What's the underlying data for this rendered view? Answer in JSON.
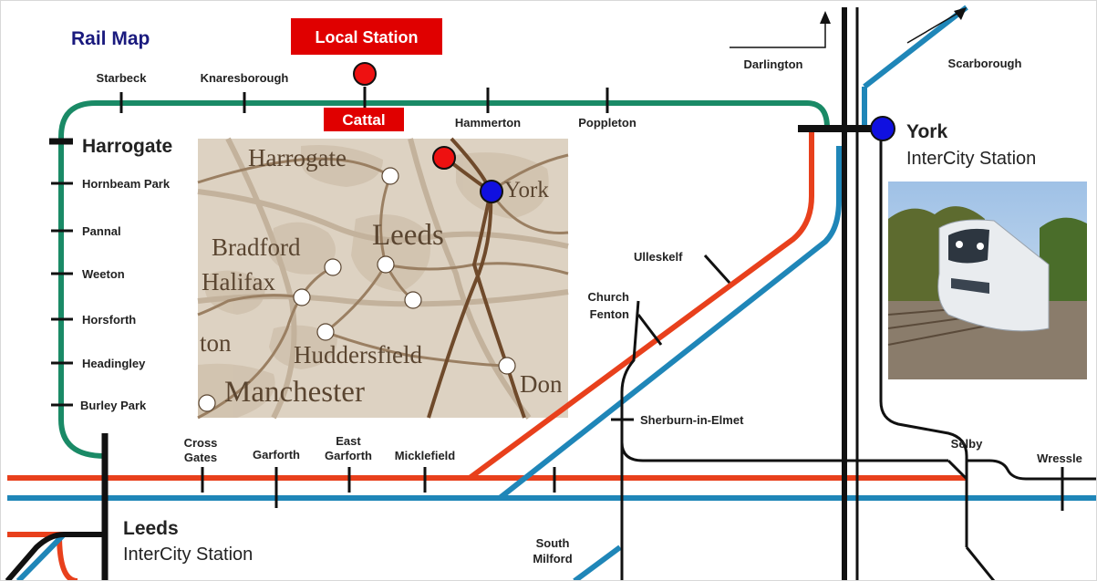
{
  "title": "Rail Map",
  "badges": {
    "local": "Local Station",
    "cattal": "Cattal"
  },
  "stations": {
    "harrogate": "Harrogate",
    "york_name": "York",
    "york_sub": "InterCity Station",
    "leeds_name": "Leeds",
    "leeds_sub": "InterCity Station",
    "starbeck": "Starbeck",
    "knaresborough": "Knaresborough",
    "hammerton": "Hammerton",
    "poppleton": "Poppleton",
    "hornbeam_park": "Hornbeam Park",
    "pannal": "Pannal",
    "weeton": "Weeton",
    "horsforth": "Horsforth",
    "headingley": "Headingley",
    "burley_park": "Burley Park",
    "cross_gates_1": "Cross",
    "cross_gates_2": "Gates",
    "garforth": "Garforth",
    "east_garforth_1": "East",
    "east_garforth_2": "Garforth",
    "micklefield": "Micklefield",
    "south_milford_1": "South",
    "south_milford_2": "Milford",
    "ulleskelf": "Ulleskelf",
    "church_fenton_1": "Church",
    "church_fenton_2": "Fenton",
    "sherburn": "Sherburn-in-Elmet",
    "selby": "Selby",
    "wressle": "Wressle",
    "darlington": "Darlington",
    "scarborough": "Scarborough"
  },
  "inset_map": {
    "harrogate": "Harrogate",
    "york": "York",
    "leeds": "Leeds",
    "bradford": "Bradford",
    "halifax": "Halifax",
    "ton": "ton",
    "huddersfield": "Huddersfield",
    "manchester": "Manchester",
    "don": "Don"
  },
  "colors": {
    "green_line": "#1a8a66",
    "red_line": "#e8401c",
    "blue_line": "#1f86b8",
    "black_line": "#111111",
    "local_badge": "#e00000",
    "intercity_dot": "#1010e0"
  }
}
